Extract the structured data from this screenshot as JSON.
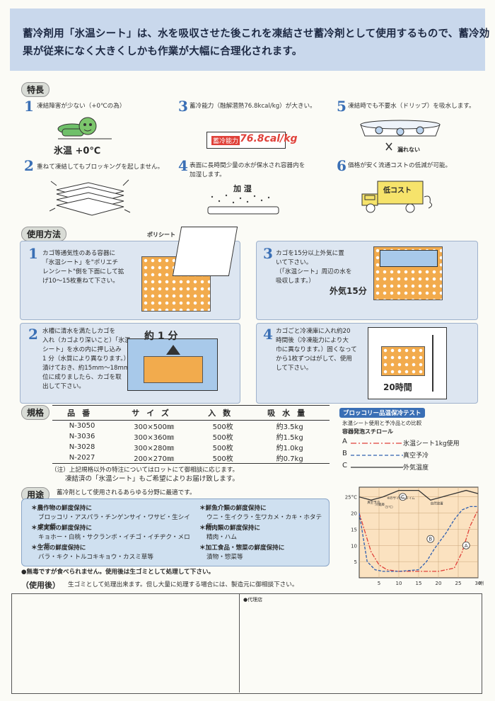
{
  "intro": {
    "line1": "蓄冷剤用「氷温シート」は、水を吸収させた後これを凍結させ蓄冷剤として使用するもので、蓄冷効",
    "line2": "果が従来になく大きくしかも作業が大幅に合理化されます。"
  },
  "features": {
    "title": "特長",
    "items": [
      {
        "num": "1",
        "text": "凍結障害が少ない（+0℃の為）",
        "illus": "氷温 +0℃"
      },
      {
        "num": "2",
        "text": "重ねて凍結してもブロッキングを起しません。"
      },
      {
        "num": "3",
        "text": "蓄冷能力（融解潜熱76.8kcal/kg）が大きい。",
        "illus_label": "蓄冷能力",
        "illus_value": "76.8cal/kg"
      },
      {
        "num": "4",
        "text": "表面に長時間少量の水が保水され容器内を加湿します。",
        "illus": "加 湿"
      },
      {
        "num": "5",
        "text": "凍結時でも不要水（ドリップ）を吸水します。",
        "illus": "漏れない"
      },
      {
        "num": "6",
        "text": "価格が安く流通コストの低減が可能。",
        "illus": "低コスト"
      }
    ]
  },
  "usage": {
    "title": "使用方法",
    "steps": [
      {
        "num": "1",
        "line1": "カゴ等通気性のある容器に",
        "line2": "「氷温シート」を\"ポリエチ",
        "line3": "レンシート\"側を下面にして拡",
        "line4": "げ10〜15枚重ねて下さい。",
        "illus": "ポリシート"
      },
      {
        "num": "2",
        "line1": "水槽に清水を満たしカゴを",
        "line2": "入れ（カゴより深いこと）「氷温",
        "line3": "シート」を水の内に押し込み",
        "line4": "1 分（水質により異なります。）",
        "line5": "漬けておき、約15mm〜18mm",
        "line6": "位に成りましたら、カゴを取",
        "line7": "出して下さい。",
        "illus": "約 1 分"
      },
      {
        "num": "3",
        "line1": "カゴを15分以上外気に置",
        "line2": "いて下さい。",
        "line3": "（「氷温シート」周辺の水を",
        "line4": "吸収します。）",
        "illus": "外気15分"
      },
      {
        "num": "4",
        "line1": "カゴごと冷凍庫に入れ約20",
        "line2": "時間後（冷凍能力により大",
        "line3": "巾に異なります。）固くなって",
        "line4": "から1枚ずつはがして、使用",
        "line5": "して下さい。",
        "illus": "20時間"
      }
    ]
  },
  "specs": {
    "title": "規格",
    "headers": [
      "品番",
      "サイズ",
      "入数",
      "吸水量"
    ],
    "rows": [
      [
        "N-3050",
        "300×500㎜",
        "500枚",
        "約3.5kg"
      ],
      [
        "N-3036",
        "300×360㎜",
        "500枚",
        "約1.5kg"
      ],
      [
        "N-3028",
        "300×280㎜",
        "500枚",
        "約1.0kg"
      ],
      [
        "N-2027",
        "200×270㎜",
        "500枚",
        "約0.7kg"
      ]
    ],
    "note1": "（注）上記規格以外の特注についてはロットにて御相談に応じます。",
    "note2": "凍結済の「氷温シート」もご希望によりお届け致します。"
  },
  "applications": {
    "title": "用途",
    "intro": "蓄冷剤として使用されるあらゆる分野に最適です。",
    "items": [
      {
        "head": "＊農作物の鮮度保持に",
        "body": "ブロッコリ・アスパラ・チンゲンサイ・ワサビ・生シイタケ等"
      },
      {
        "head": "＊果実類の鮮度保持に",
        "body": "キョホー・白桃・サクランボ・イチゴ・イチヂク・メロン等"
      },
      {
        "head": "＊生花の鮮度保持に",
        "body": "バラ・キク・トルコキキョウ・カスミ草等"
      },
      {
        "head": "＊鮮魚介類の鮮度保持に",
        "body": "ウニ・生イクラ・生ワカメ・カキ・ホタテ等"
      },
      {
        "head": "＊精肉類の鮮度保持に",
        "body": "精肉・ハム"
      },
      {
        "head": "＊加工食品・惣菜の鮮度保持に",
        "body": "漬物・惣菜等"
      }
    ],
    "safety": "●無毒ですが食べられません。使用後は生ゴミとして処理して下さい。",
    "after_label": "（使用後）",
    "after_text": "生ゴミとして処理出来ます。但し大量に処理する場合には、製造元に御相談下さい。"
  },
  "test": {
    "title": "ブロッコリー品温保冷テスト",
    "sub1": "氷温シート使用と予冷品との比較",
    "sub2": "容器発泡スチロール",
    "legend": [
      {
        "key": "A",
        "label": "氷温シート1kg使用"
      },
      {
        "key": "B",
        "label": "真空予冷"
      },
      {
        "key": "C",
        "label": "外気温度"
      }
    ]
  },
  "chart_data": {
    "type": "line",
    "x_ticks": [
      "5",
      "10",
      "15",
      "20",
      "25",
      "30"
    ],
    "x_unit": "時間",
    "y_ticks": [
      "25°C",
      "20",
      "15",
      "10",
      "5"
    ],
    "xlim": [
      0,
      30
    ],
    "ylim": [
      0,
      28
    ],
    "annotations": [
      "真空予冷",
      "冷蔵庫",
      "（5℃）",
      "自然放置",
      "※のサイクルタイム"
    ],
    "series": [
      {
        "key": "A",
        "x": [
          0,
          1,
          3,
          5,
          7,
          10,
          15,
          20,
          24,
          26,
          28,
          30
        ],
        "y": [
          20,
          16,
          8,
          4,
          2.5,
          2,
          2,
          2,
          3,
          8,
          16,
          21
        ]
      },
      {
        "key": "B",
        "x": [
          0,
          2,
          4,
          6,
          10,
          15,
          17,
          19,
          22,
          24,
          26,
          28,
          30
        ],
        "y": [
          20,
          5,
          2.5,
          2,
          2,
          2.5,
          5,
          9,
          14,
          18,
          21,
          22,
          22
        ]
      },
      {
        "key": "C",
        "x": [
          0,
          3,
          6,
          10,
          15,
          18,
          21,
          24,
          27,
          30
        ],
        "y": [
          25,
          24,
          25,
          27,
          27,
          24,
          25,
          26,
          27,
          26
        ]
      }
    ]
  },
  "agent": {
    "label": "●代理店"
  },
  "colors": {
    "intro_bg": "#c9d8ec",
    "panel_bg": "#dde6f1",
    "accent_blue": "#3a6fb5",
    "basket_orange": "#f2ab4d",
    "series_a": "#e0413a",
    "series_b": "#2f5fb0",
    "series_c": "#333333",
    "chart_bg": "#fbe2c0"
  }
}
